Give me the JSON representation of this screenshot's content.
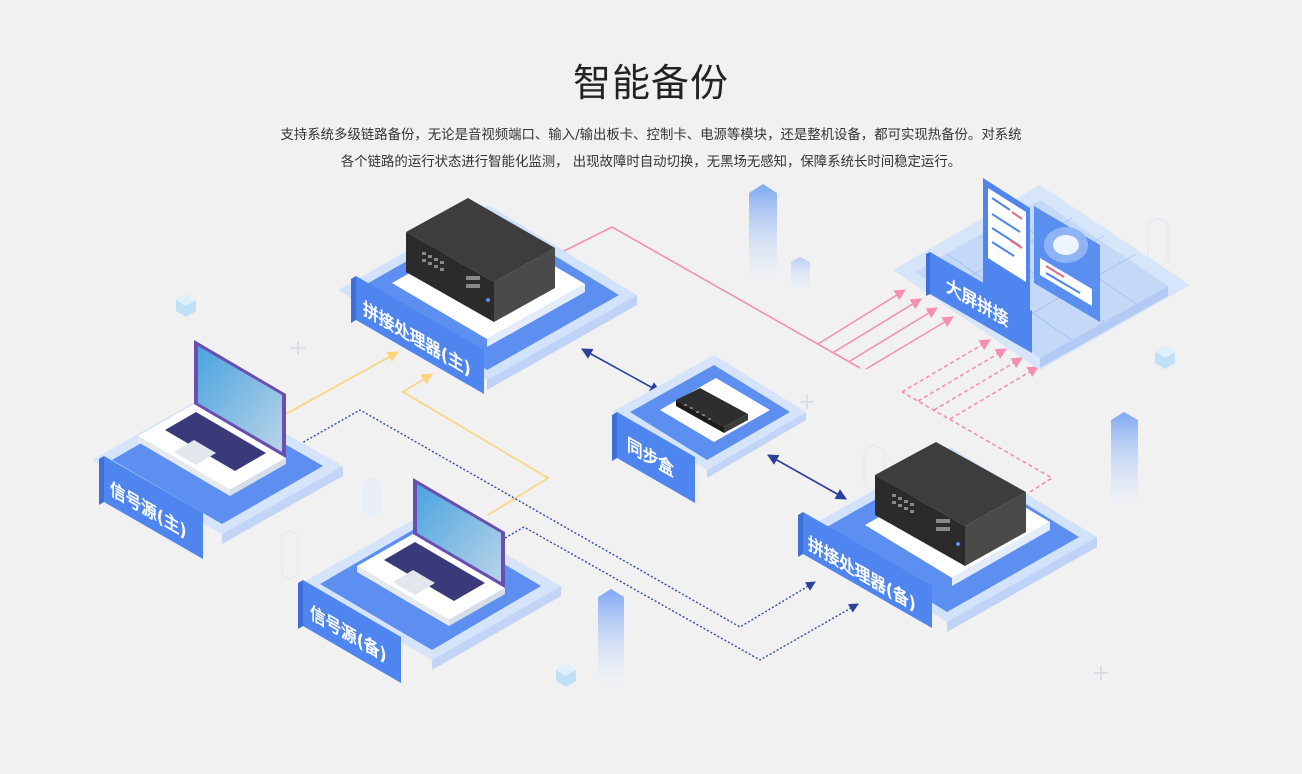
{
  "header": {
    "title": "智能备份",
    "desc_line1": "支持系统多级链路备份，无论是音视频端口、输入/输出板卡、控制卡、电源等模块，还是整机设备，都可实现热备份。对系统",
    "desc_line2": "各个链路的运行状态进行智能化监测， 出现故障时自动切换，无黑场无感知，保障系统长时间稳定运行。"
  },
  "nodes": {
    "processor_main": "拼接处理器(主)",
    "sync_box": "同步盒",
    "processor_backup": "拼接处理器(备)",
    "big_screen": "大屏拼接",
    "source_main": "信号源(主)",
    "source_backup": "信号源(备)"
  },
  "colors": {
    "platform": "#5b8cf0",
    "platform_light": "#cfe0fb",
    "link_main": "#f48fb1",
    "link_source_main": "#ffd27a",
    "link_source_backup": "#2f4aa8",
    "link_sync": "#2a3f9e"
  }
}
